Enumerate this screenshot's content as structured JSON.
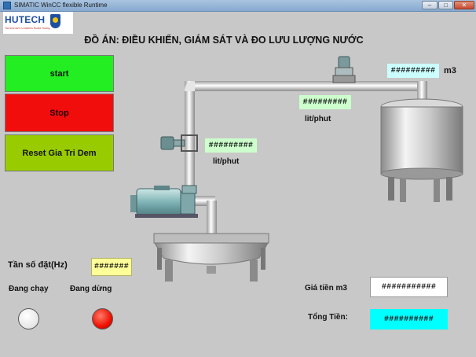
{
  "window": {
    "title": "SIMATIC WinCC flexible Runtime",
    "controls": {
      "minimize": "–",
      "maximize": "□",
      "close": "✕"
    }
  },
  "logo": {
    "name": "HUTECH",
    "tagline": "Tomorrow's Leaders Build Today"
  },
  "header": {
    "title": "ĐỒ ÁN: ĐIỀU KHIỂN, GIÁM SÁT VÀ ĐO LƯU LƯỢNG NƯỚC"
  },
  "controls": {
    "start_label": "start",
    "stop_label": "Stop",
    "reset_label": "Reset Gia Tri Dem"
  },
  "process": {
    "pump_flow": {
      "value": "#########",
      "unit": "lit/phut"
    },
    "pipe_flow": {
      "value": "#########",
      "unit": "lit/phut"
    },
    "tank_volume": {
      "value": "#########",
      "unit": "m3"
    }
  },
  "frequency": {
    "label": "Tần số đặt(Hz)",
    "value": "#######"
  },
  "status": {
    "running_label": "Đang chạy",
    "stopped_label": "Đang dừng",
    "running_color": "#ffffff",
    "stopped_color": "#ee1100"
  },
  "billing": {
    "price_label": "Giá tiền m3",
    "price_value": "###########",
    "total_label": "Tổng Tiền:",
    "total_value": "##########"
  },
  "colors": {
    "start": "#22ee22",
    "stop": "#f20d0d",
    "reset": "#99cc00",
    "flow_field": "#ccffcc",
    "volume_field": "#ccffff",
    "frequency_field": "#ffff99",
    "total_field": "#00ffff",
    "background": "#c8c8c8"
  }
}
